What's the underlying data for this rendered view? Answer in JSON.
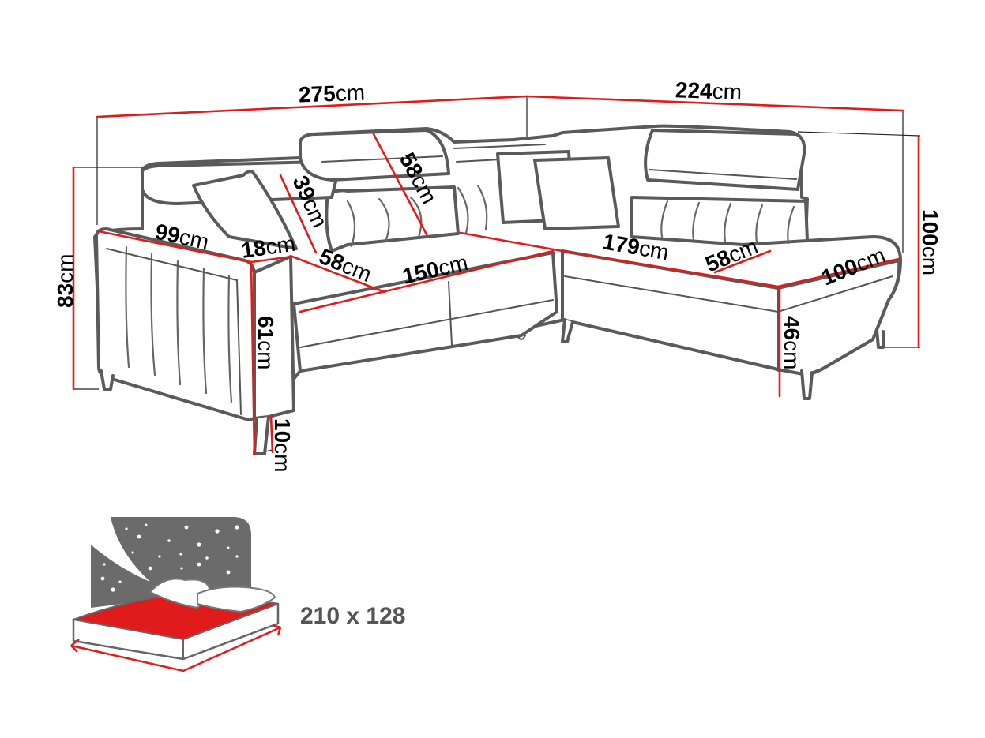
{
  "diagram": {
    "subject": "Corner sofa bed dimension drawing",
    "unit": "cm",
    "colors": {
      "dimension_line": "#e01b1b",
      "outline": "#5a5a5a",
      "bed_sheet": "#e01b1b",
      "night_sky": "#6b6b6b",
      "bed_size_text": "#555555"
    },
    "dimensions": {
      "total_width_left": {
        "value": "275",
        "unit": "cm"
      },
      "total_width_right": {
        "value": "224",
        "unit": "cm"
      },
      "total_height_left": {
        "value": "83",
        "unit": "cm"
      },
      "total_height_right": {
        "value": "100",
        "unit": "cm"
      },
      "armrest_depth": {
        "value": "99",
        "unit": "cm"
      },
      "armrest_width": {
        "value": "18",
        "unit": "cm"
      },
      "backrest_height": {
        "value": "39",
        "unit": "cm"
      },
      "headrest_height": {
        "value": "58",
        "unit": "cm"
      },
      "seat_depth_left": {
        "value": "58",
        "unit": "cm"
      },
      "seat_width_left": {
        "value": "150",
        "unit": "cm"
      },
      "armrest_height": {
        "value": "61",
        "unit": "cm"
      },
      "leg_height": {
        "value": "10",
        "unit": "cm"
      },
      "seat_width_right": {
        "value": "179",
        "unit": "cm"
      },
      "seat_depth_right": {
        "value": "58",
        "unit": "cm"
      },
      "chaise_width": {
        "value": "100",
        "unit": "cm"
      },
      "seat_height": {
        "value": "46",
        "unit": "cm"
      }
    },
    "sleeping_area": {
      "icon": "bed-with-night-sky-icon",
      "label": "210 x 128"
    }
  }
}
